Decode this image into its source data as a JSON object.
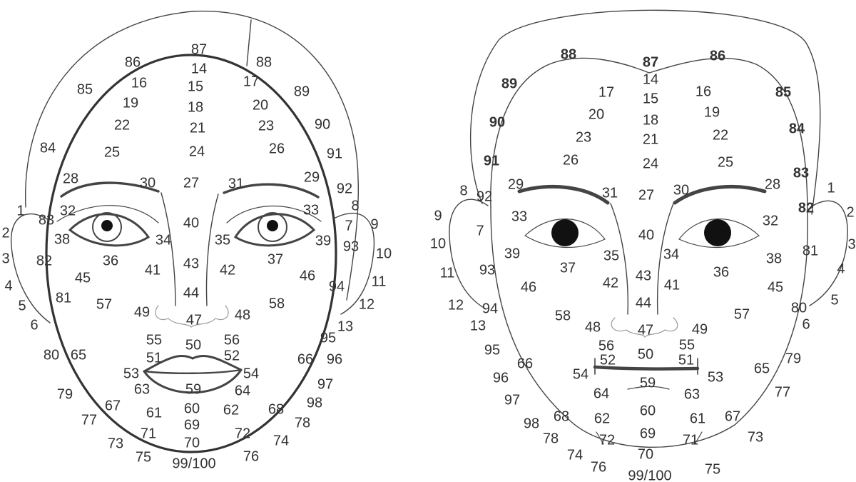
{
  "faces": [
    {
      "view": "left-face",
      "labels": [
        "87",
        "14",
        "86",
        "88",
        "16",
        "15",
        "17",
        "85",
        "89",
        "19",
        "18",
        "20",
        "22",
        "21",
        "23",
        "90",
        "84",
        "25",
        "24",
        "26",
        "91",
        "28",
        "30",
        "27",
        "31",
        "29",
        "92",
        "8",
        "32",
        "33",
        "83",
        "40",
        "7",
        "38",
        "34",
        "35",
        "39",
        "93",
        "82",
        "36",
        "37",
        "41",
        "43",
        "42",
        "45",
        "46",
        "94",
        "81",
        "57",
        "44",
        "58",
        "49",
        "47",
        "48",
        "13",
        "55",
        "50",
        "56",
        "95",
        "80",
        "65",
        "51",
        "52",
        "66",
        "96",
        "53",
        "54",
        "63",
        "59",
        "64",
        "97",
        "79",
        "67",
        "61",
        "60",
        "62",
        "68",
        "98",
        "77",
        "69",
        "78",
        "71",
        "72",
        "74",
        "73",
        "70",
        "75",
        "99/100",
        "76",
        "1",
        "2",
        "3",
        "4",
        "5",
        "6",
        "9",
        "10",
        "11",
        "12"
      ]
    },
    {
      "view": "right-face",
      "labels": [
        "88",
        "87",
        "86",
        "14",
        "89",
        "17",
        "16",
        "85",
        "15",
        "20",
        "18",
        "19",
        "90",
        "23",
        "21",
        "22",
        "84",
        "91",
        "26",
        "24",
        "25",
        "83",
        "29",
        "31",
        "27",
        "30",
        "28",
        "8",
        "92",
        "1",
        "82",
        "2",
        "9",
        "33",
        "40",
        "32",
        "3",
        "7",
        "10",
        "39",
        "35",
        "34",
        "38",
        "81",
        "37",
        "36",
        "93",
        "4",
        "11",
        "46",
        "42",
        "43",
        "41",
        "45",
        "44",
        "5",
        "12",
        "94",
        "58",
        "57",
        "80",
        "48",
        "47",
        "49",
        "13",
        "56",
        "55",
        "6",
        "50",
        "95",
        "52",
        "51",
        "79",
        "66",
        "54",
        "53",
        "65",
        "96",
        "59",
        "64",
        "63",
        "97",
        "77",
        "60",
        "68",
        "62",
        "61",
        "67",
        "98",
        "78",
        "69",
        "73",
        "72",
        "71",
        "74",
        "70",
        "76",
        "99/100",
        "75"
      ]
    }
  ]
}
